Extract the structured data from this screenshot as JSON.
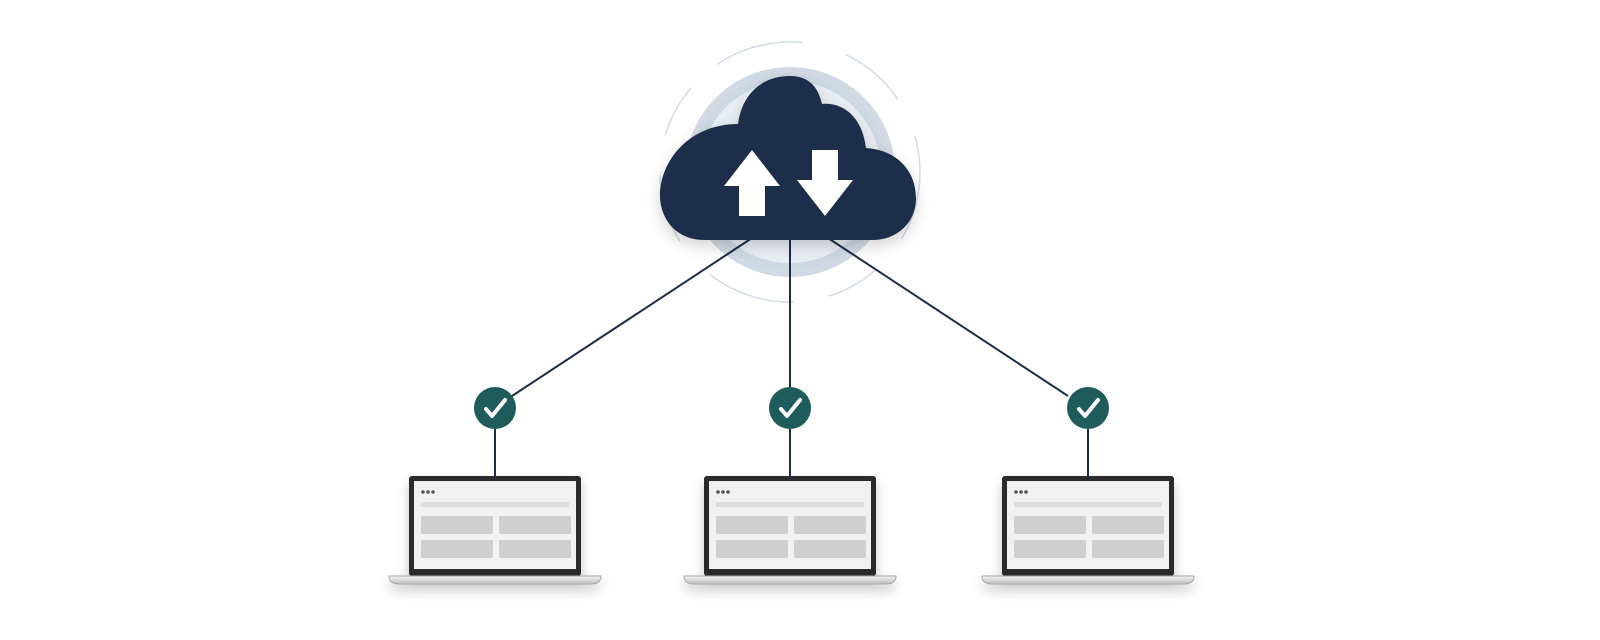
{
  "colors": {
    "background": "#ffffff",
    "cloud": "#1b2d48",
    "halo": "#c9d3df",
    "halo_ring": "#d3dbe6",
    "connector": "#1b2d48",
    "check_badge": "#1d5c5a",
    "check_mark": "#ffffff",
    "arrow": "#ffffff",
    "laptop_bezel": "#2b2b2b",
    "laptop_screen": "#f1f1f1",
    "laptop_block": "#cfcfcf",
    "laptop_base": "#d9d9d9"
  },
  "cloud": {
    "icon": "cloud-icon",
    "arrows": [
      "upload-arrow-icon",
      "download-arrow-icon"
    ]
  },
  "devices": [
    {
      "name": "laptop-left",
      "icon": "laptop-icon",
      "status_icon": "check-icon",
      "status": "synced"
    },
    {
      "name": "laptop-center",
      "icon": "laptop-icon",
      "status_icon": "check-icon",
      "status": "synced"
    },
    {
      "name": "laptop-right",
      "icon": "laptop-icon",
      "status_icon": "check-icon",
      "status": "synced"
    }
  ]
}
